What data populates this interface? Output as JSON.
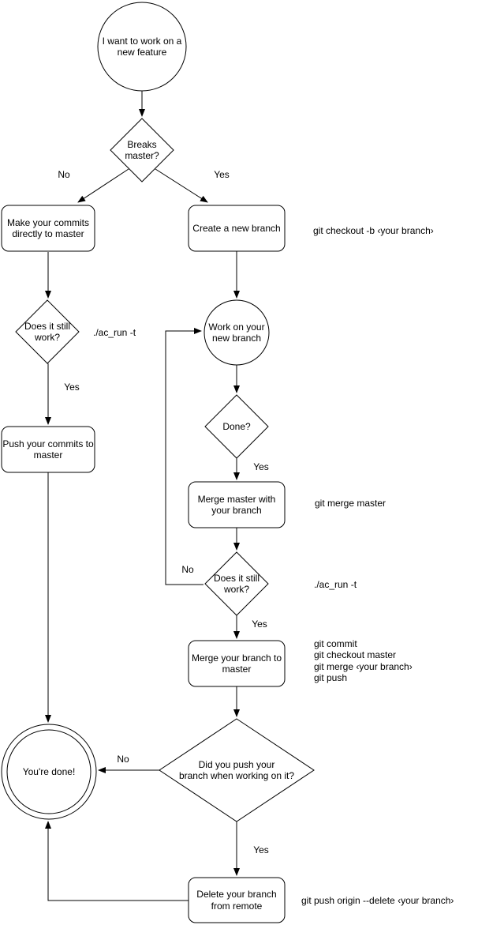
{
  "diagram": {
    "title_hint": "git feature workflow flowchart",
    "colors": {
      "stroke": "#000000",
      "fill": "#ffffff",
      "text": "#000000"
    },
    "nodes": {
      "start": {
        "label": "I want to work on a\nnew feature"
      },
      "breaks_master": {
        "label": "Breaks\nmaster?"
      },
      "make_commits": {
        "label": "Make your commits\ndirectly to master"
      },
      "create_branch": {
        "label": "Create a new branch"
      },
      "still_work_1": {
        "label": "Does it still\nwork?"
      },
      "push_commits": {
        "label": "Push your commits to\nmaster"
      },
      "work_branch": {
        "label": "Work on your\nnew branch"
      },
      "done": {
        "label": "Done?"
      },
      "merge_master": {
        "label": "Merge master with\nyour branch"
      },
      "still_work_2": {
        "label": "Does it still\nwork?"
      },
      "merge_branch": {
        "label": "Merge your branch to\nmaster"
      },
      "did_push": {
        "label": "Did you push your\nbranch when working on it?"
      },
      "youre_done": {
        "label": "You're done!"
      },
      "delete_branch": {
        "label": "Delete your branch\nfrom remote"
      }
    },
    "edge_labels": {
      "breaks_no": "No",
      "breaks_yes": "Yes",
      "still1_yes": "Yes",
      "done_yes": "Yes",
      "still2_no": "No",
      "still2_yes": "Yes",
      "didpush_no": "No",
      "didpush_yes": "Yes"
    },
    "annotations": {
      "checkout_cmd": "git checkout -b ‹your branch›",
      "ac_run_1": "./ac_run -t",
      "merge_master_cmd": "git merge master",
      "ac_run_2": "./ac_run -t",
      "merge_cmds": [
        "git commit",
        "git checkout master",
        "git merge ‹your branch›",
        "git push"
      ],
      "delete_cmd": "git push origin --delete ‹your branch›"
    }
  }
}
